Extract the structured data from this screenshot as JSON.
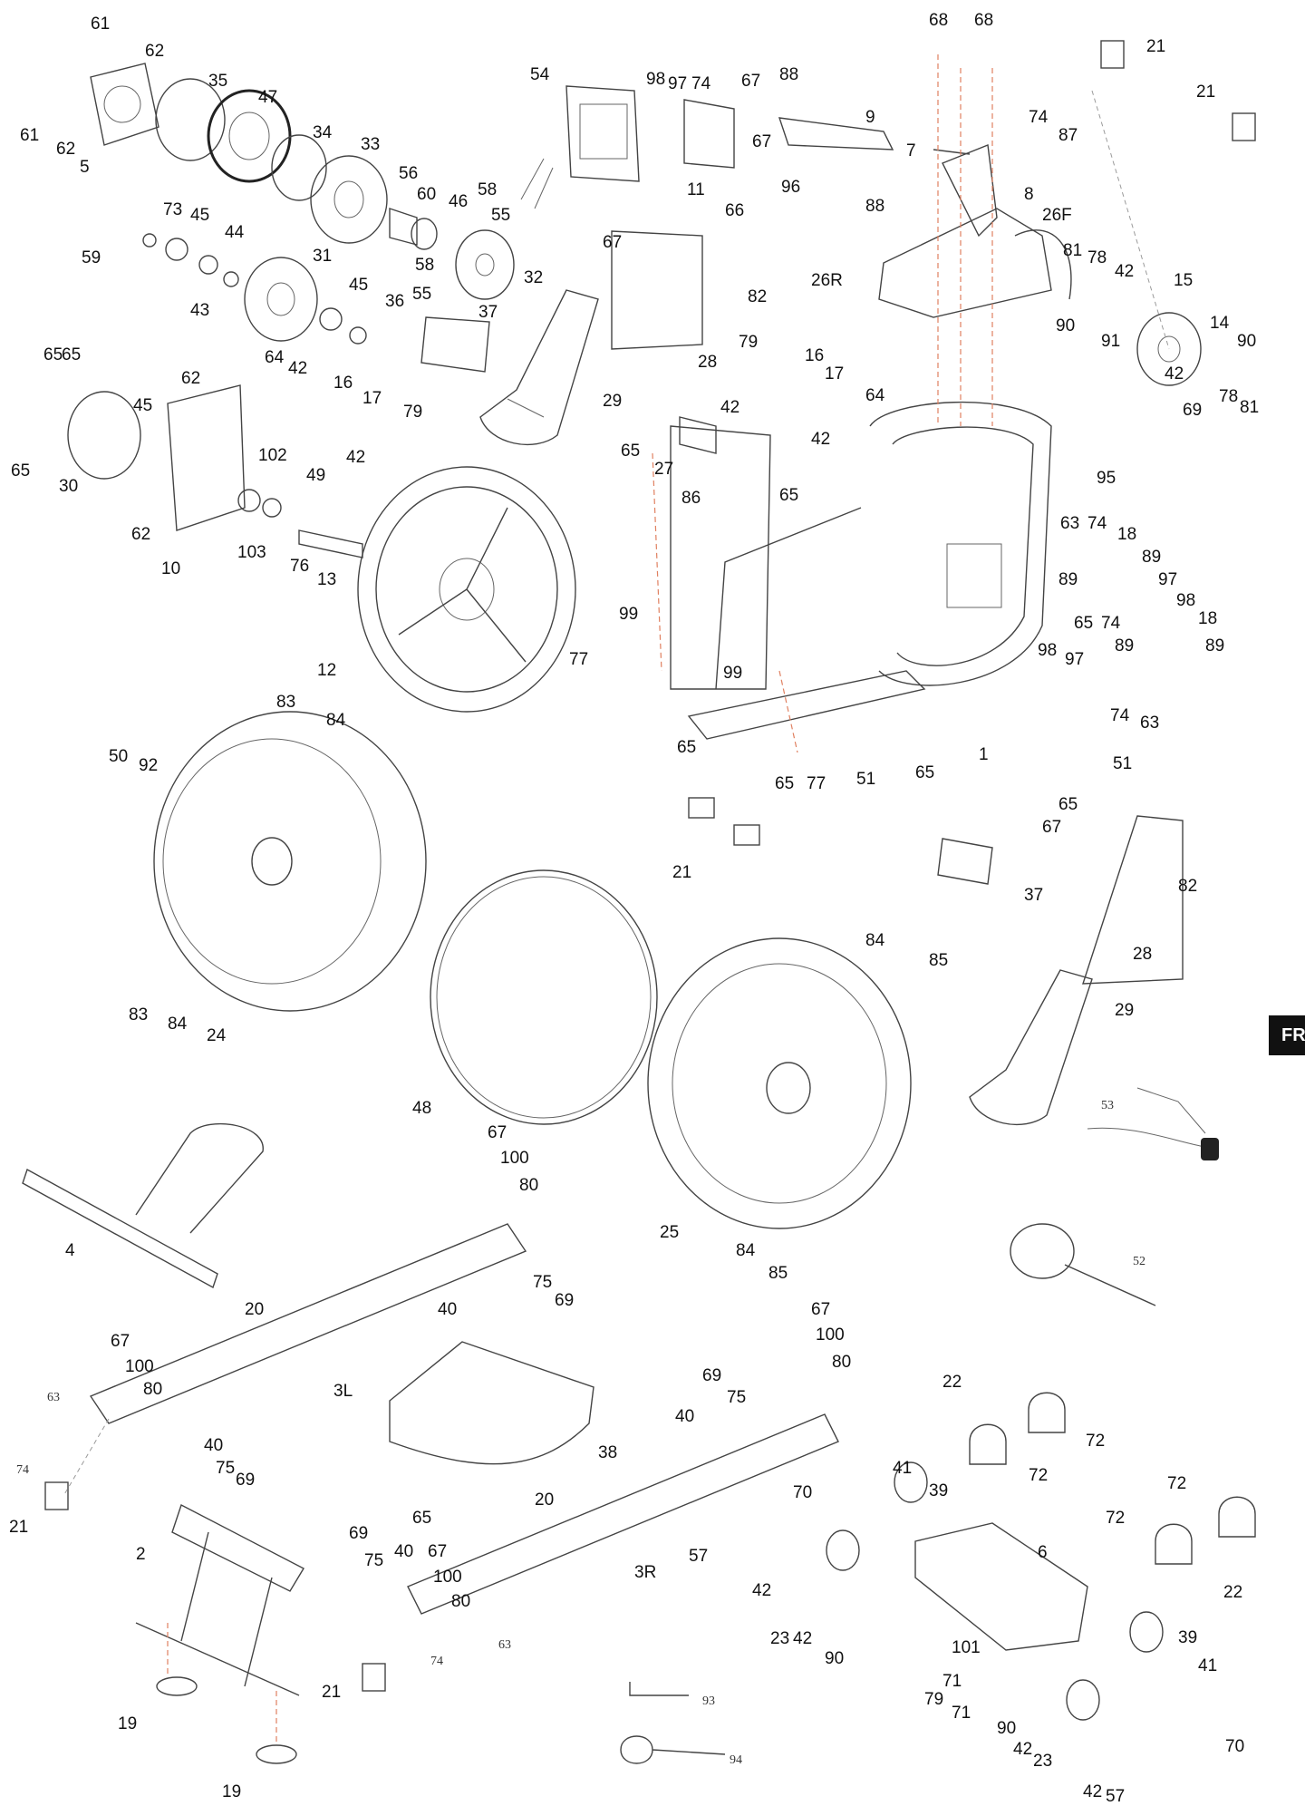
{
  "language_tab": "FR",
  "callouts": [
    {
      "id": "61a",
      "label": "61"
    },
    {
      "id": "61b",
      "label": "61"
    },
    {
      "id": "62a",
      "label": "62"
    },
    {
      "id": "62b",
      "label": "62"
    },
    {
      "id": "5",
      "label": "5"
    },
    {
      "id": "35",
      "label": "35"
    },
    {
      "id": "47",
      "label": "47"
    },
    {
      "id": "34",
      "label": "34"
    },
    {
      "id": "33",
      "label": "33"
    },
    {
      "id": "73",
      "label": "73"
    },
    {
      "id": "45a",
      "label": "45"
    },
    {
      "id": "44",
      "label": "44"
    },
    {
      "id": "59",
      "label": "59"
    },
    {
      "id": "43",
      "label": "43"
    },
    {
      "id": "31",
      "label": "31"
    },
    {
      "id": "45b",
      "label": "45"
    },
    {
      "id": "36",
      "label": "36"
    },
    {
      "id": "56",
      "label": "56"
    },
    {
      "id": "60",
      "label": "60"
    },
    {
      "id": "46",
      "label": "46"
    },
    {
      "id": "58a",
      "label": "58"
    },
    {
      "id": "55a",
      "label": "55"
    },
    {
      "id": "58b",
      "label": "58"
    },
    {
      "id": "55b",
      "label": "55"
    },
    {
      "id": "32",
      "label": "32"
    },
    {
      "id": "37a",
      "label": "37"
    },
    {
      "id": "54",
      "label": "54"
    },
    {
      "id": "98a",
      "label": "98"
    },
    {
      "id": "97a",
      "label": "97"
    },
    {
      "id": "74a",
      "label": "74"
    },
    {
      "id": "67a",
      "label": "67"
    },
    {
      "id": "88a",
      "label": "88"
    },
    {
      "id": "67b",
      "label": "67"
    },
    {
      "id": "11",
      "label": "11"
    },
    {
      "id": "96",
      "label": "96"
    },
    {
      "id": "66",
      "label": "66"
    },
    {
      "id": "88b",
      "label": "88"
    },
    {
      "id": "9",
      "label": "9"
    },
    {
      "id": "7",
      "label": "7"
    },
    {
      "id": "68a",
      "label": "68"
    },
    {
      "id": "68b",
      "label": "68"
    },
    {
      "id": "21a",
      "label": "21"
    },
    {
      "id": "21b",
      "label": "21"
    },
    {
      "id": "74b",
      "label": "74"
    },
    {
      "id": "87",
      "label": "87"
    },
    {
      "id": "8",
      "label": "8"
    },
    {
      "id": "26F",
      "label": "26F"
    },
    {
      "id": "26R",
      "label": "26R"
    },
    {
      "id": "81a",
      "label": "81"
    },
    {
      "id": "78a",
      "label": "78"
    },
    {
      "id": "42a",
      "label": "42"
    },
    {
      "id": "15",
      "label": "15"
    },
    {
      "id": "90a",
      "label": "90"
    },
    {
      "id": "91",
      "label": "91"
    },
    {
      "id": "14",
      "label": "14"
    },
    {
      "id": "90b",
      "label": "90"
    },
    {
      "id": "42b",
      "label": "42"
    },
    {
      "id": "78b",
      "label": "78"
    },
    {
      "id": "81b",
      "label": "81"
    },
    {
      "id": "67c",
      "label": "67"
    },
    {
      "id": "82a",
      "label": "82"
    },
    {
      "id": "28a",
      "label": "28"
    },
    {
      "id": "29a",
      "label": "29"
    },
    {
      "id": "65a",
      "label": "65"
    },
    {
      "id": "65b",
      "label": "65"
    },
    {
      "id": "65c",
      "label": "65"
    },
    {
      "id": "64a",
      "label": "64"
    },
    {
      "id": "42c",
      "label": "42"
    },
    {
      "id": "16a",
      "label": "16"
    },
    {
      "id": "17a",
      "label": "17"
    },
    {
      "id": "79a",
      "label": "79"
    },
    {
      "id": "45c",
      "label": "45"
    },
    {
      "id": "62c",
      "label": "62"
    },
    {
      "id": "62d",
      "label": "62"
    },
    {
      "id": "30",
      "label": "30"
    },
    {
      "id": "42d",
      "label": "42"
    },
    {
      "id": "102",
      "label": "102"
    },
    {
      "id": "49",
      "label": "49"
    },
    {
      "id": "103",
      "label": "103"
    },
    {
      "id": "76",
      "label": "76"
    },
    {
      "id": "13",
      "label": "13"
    },
    {
      "id": "10",
      "label": "10"
    },
    {
      "id": "79b",
      "label": "79"
    },
    {
      "id": "42e",
      "label": "42"
    },
    {
      "id": "16b",
      "label": "16"
    },
    {
      "id": "17b",
      "label": "17"
    },
    {
      "id": "42f",
      "label": "42"
    },
    {
      "id": "64b",
      "label": "64"
    },
    {
      "id": "65d",
      "label": "65"
    },
    {
      "id": "27",
      "label": "27"
    },
    {
      "id": "86",
      "label": "86"
    },
    {
      "id": "65e",
      "label": "65"
    },
    {
      "id": "69a",
      "label": "69"
    },
    {
      "id": "95",
      "label": "95"
    },
    {
      "id": "63a",
      "label": "63"
    },
    {
      "id": "74c",
      "label": "74"
    },
    {
      "id": "18a",
      "label": "18"
    },
    {
      "id": "89a",
      "label": "89"
    },
    {
      "id": "89b",
      "label": "89"
    },
    {
      "id": "97b",
      "label": "97"
    },
    {
      "id": "98b",
      "label": "98"
    },
    {
      "id": "65f",
      "label": "65"
    },
    {
      "id": "74d",
      "label": "74"
    },
    {
      "id": "18b",
      "label": "18"
    },
    {
      "id": "98c",
      "label": "98"
    },
    {
      "id": "97c",
      "label": "97"
    },
    {
      "id": "89c",
      "label": "89"
    },
    {
      "id": "89d",
      "label": "89"
    },
    {
      "id": "12",
      "label": "12"
    },
    {
      "id": "99a",
      "label": "99"
    },
    {
      "id": "77a",
      "label": "77"
    },
    {
      "id": "99b",
      "label": "99"
    },
    {
      "id": "65g",
      "label": "65"
    },
    {
      "id": "65h",
      "label": "65"
    },
    {
      "id": "77b",
      "label": "77"
    },
    {
      "id": "51a",
      "label": "51"
    },
    {
      "id": "65i",
      "label": "65"
    },
    {
      "id": "1",
      "label": "1"
    },
    {
      "id": "74e",
      "label": "74"
    },
    {
      "id": "63b",
      "label": "63"
    },
    {
      "id": "51b",
      "label": "51"
    },
    {
      "id": "65j",
      "label": "65"
    },
    {
      "id": "83a",
      "label": "83"
    },
    {
      "id": "84a",
      "label": "84"
    },
    {
      "id": "50",
      "label": "50"
    },
    {
      "id": "92",
      "label": "92"
    },
    {
      "id": "21c",
      "label": "21"
    },
    {
      "id": "67d",
      "label": "67"
    },
    {
      "id": "82b",
      "label": "82"
    },
    {
      "id": "37b",
      "label": "37"
    },
    {
      "id": "28b",
      "label": "28"
    },
    {
      "id": "83b",
      "label": "83"
    },
    {
      "id": "84b",
      "label": "84"
    },
    {
      "id": "24",
      "label": "24"
    },
    {
      "id": "84c",
      "label": "84"
    },
    {
      "id": "85a",
      "label": "85"
    },
    {
      "id": "29b",
      "label": "29"
    },
    {
      "id": "48",
      "label": "48"
    },
    {
      "id": "53",
      "label": "53"
    },
    {
      "id": "67e",
      "label": "67"
    },
    {
      "id": "100a",
      "label": "100"
    },
    {
      "id": "80a",
      "label": "80"
    },
    {
      "id": "4",
      "label": "4"
    },
    {
      "id": "25",
      "label": "25"
    },
    {
      "id": "84d",
      "label": "84"
    },
    {
      "id": "85b",
      "label": "85"
    },
    {
      "id": "52",
      "label": "52"
    },
    {
      "id": "40a",
      "label": "40"
    },
    {
      "id": "75a",
      "label": "75"
    },
    {
      "id": "69b",
      "label": "69"
    },
    {
      "id": "20a",
      "label": "20"
    },
    {
      "id": "67f",
      "label": "67"
    },
    {
      "id": "100b",
      "label": "100"
    },
    {
      "id": "80b",
      "label": "80"
    },
    {
      "id": "3L",
      "label": "3L"
    },
    {
      "id": "63c",
      "label": "63"
    },
    {
      "id": "74f",
      "label": "74"
    },
    {
      "id": "40b",
      "label": "40"
    },
    {
      "id": "75b",
      "label": "75"
    },
    {
      "id": "69c",
      "label": "69"
    },
    {
      "id": "38",
      "label": "38"
    },
    {
      "id": "67g",
      "label": "67"
    },
    {
      "id": "100c",
      "label": "100"
    },
    {
      "id": "80c",
      "label": "80"
    },
    {
      "id": "69d",
      "label": "69"
    },
    {
      "id": "75c",
      "label": "75"
    },
    {
      "id": "40c",
      "label": "40"
    },
    {
      "id": "22a",
      "label": "22"
    },
    {
      "id": "72a",
      "label": "72"
    },
    {
      "id": "72b",
      "label": "72"
    },
    {
      "id": "21d",
      "label": "21"
    },
    {
      "id": "65k",
      "label": "65"
    },
    {
      "id": "2",
      "label": "2"
    },
    {
      "id": "69e",
      "label": "69"
    },
    {
      "id": "40d",
      "label": "40"
    },
    {
      "id": "67h",
      "label": "67"
    },
    {
      "id": "75d",
      "label": "75"
    },
    {
      "id": "100d",
      "label": "100"
    },
    {
      "id": "80d",
      "label": "80"
    },
    {
      "id": "20b",
      "label": "20"
    },
    {
      "id": "3R",
      "label": "3R"
    },
    {
      "id": "70a",
      "label": "70"
    },
    {
      "id": "41a",
      "label": "41"
    },
    {
      "id": "39a",
      "label": "39"
    },
    {
      "id": "57a",
      "label": "57"
    },
    {
      "id": "42g",
      "label": "42"
    },
    {
      "id": "23a",
      "label": "23"
    },
    {
      "id": "42h",
      "label": "42"
    },
    {
      "id": "90c",
      "label": "90"
    },
    {
      "id": "6",
      "label": "6"
    },
    {
      "id": "72c",
      "label": "72"
    },
    {
      "id": "72d",
      "label": "72"
    },
    {
      "id": "22b",
      "label": "22"
    },
    {
      "id": "74g",
      "label": "74"
    },
    {
      "id": "63d",
      "label": "63"
    },
    {
      "id": "21e",
      "label": "21"
    },
    {
      "id": "19a",
      "label": "19"
    },
    {
      "id": "19b",
      "label": "19"
    },
    {
      "id": "93",
      "label": "93"
    },
    {
      "id": "94",
      "label": "94"
    },
    {
      "id": "101",
      "label": "101"
    },
    {
      "id": "71a",
      "label": "71"
    },
    {
      "id": "79c",
      "label": "79"
    },
    {
      "id": "71b",
      "label": "71"
    },
    {
      "id": "39b",
      "label": "39"
    },
    {
      "id": "41b",
      "label": "41"
    },
    {
      "id": "90d",
      "label": "90"
    },
    {
      "id": "42i",
      "label": "42"
    },
    {
      "id": "23b",
      "label": "23"
    },
    {
      "id": "70b",
      "label": "70"
    },
    {
      "id": "42j",
      "label": "42"
    },
    {
      "id": "57b",
      "label": "57"
    }
  ]
}
